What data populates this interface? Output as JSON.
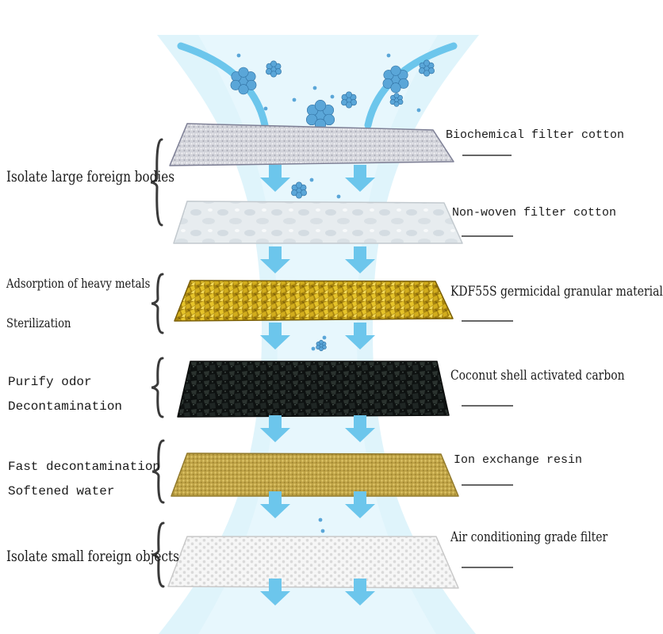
{
  "colors": {
    "beam": "#dcf3fb",
    "arrow": "#6cc6ec",
    "particle": "#5aa6d8",
    "bracket": "#3a3a3a",
    "leader_line": "#333333"
  },
  "layers": [
    {
      "material": "Biochemical filter cotton",
      "fill": "#d4d5dc",
      "texture": "fine-foam"
    },
    {
      "material": "Non-woven filter cotton",
      "fill": "#e6ebee",
      "texture": "soft-fabric"
    },
    {
      "material": "KDF55S germicidal granular material",
      "fill": "#c9a416",
      "texture": "gold-granules"
    },
    {
      "material": "Coconut shell activated carbon",
      "fill": "#1d2220",
      "texture": "black-granules"
    },
    {
      "material": "Ion exchange resin",
      "fill": "#c6ad52",
      "texture": "resin-beads"
    },
    {
      "material": "Air conditioning grade filter",
      "fill": "#f2f2f2",
      "texture": "honeycomb-mesh"
    }
  ],
  "functions": [
    {
      "lines": [
        "Isolate large foreign bodies"
      ]
    },
    {
      "lines": [
        "Adsorption of heavy metals",
        "Sterilization"
      ]
    },
    {
      "lines": [
        "Purify odor",
        "Decontamination"
      ]
    },
    {
      "lines": [
        "Fast decontamination",
        "Softened water"
      ]
    },
    {
      "lines": [
        "Isolate small foreign objects"
      ]
    }
  ]
}
